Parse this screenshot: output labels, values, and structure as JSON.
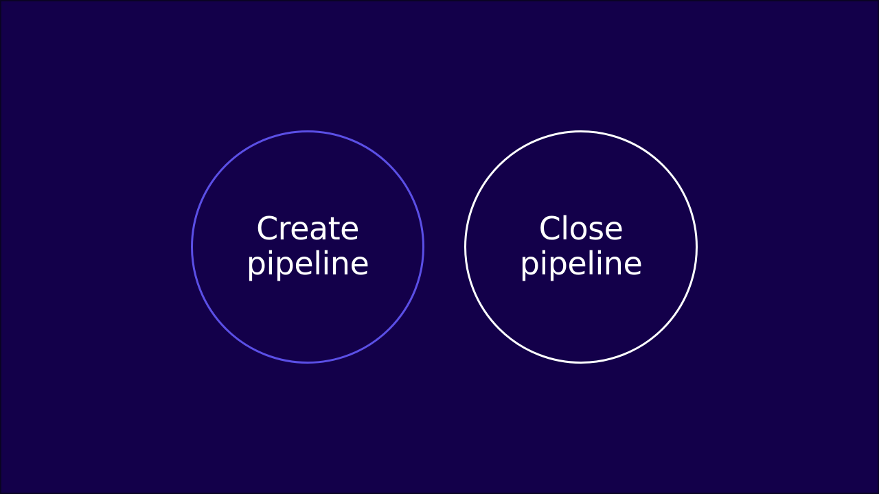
{
  "colors": {
    "background": "#13004a",
    "accent_circle": "#5b4fe6",
    "secondary_circle": "#ffffff",
    "text": "#ffffff"
  },
  "circles": [
    {
      "line1": "Create",
      "line2": "pipeline",
      "border_color": "#5b4fe6"
    },
    {
      "line1": "Close",
      "line2": "pipeline",
      "border_color": "#ffffff"
    }
  ]
}
